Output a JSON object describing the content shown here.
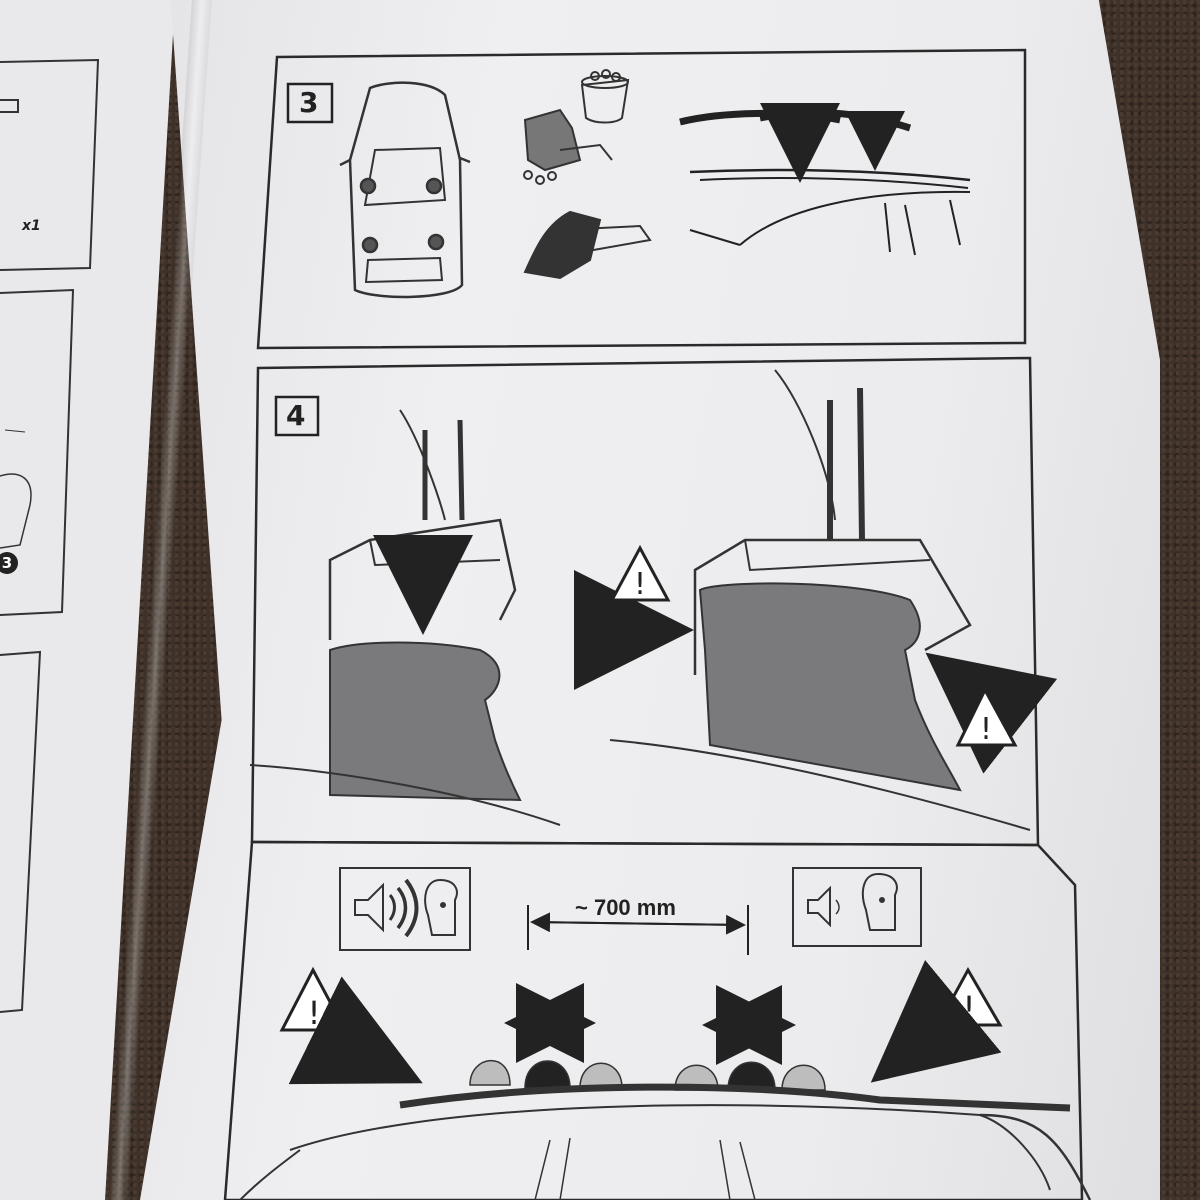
{
  "document": {
    "steps": [
      {
        "number": "3"
      },
      {
        "number": "4"
      }
    ],
    "left_panel": {
      "quantity_label": "x1",
      "circled_step": "3"
    },
    "spacing_label": "~ 700 mm",
    "icons": {
      "warning": "warning-triangle-icon",
      "loud_sound": "loud-speaker-icon",
      "quiet_sound": "quiet-speaker-icon"
    }
  }
}
